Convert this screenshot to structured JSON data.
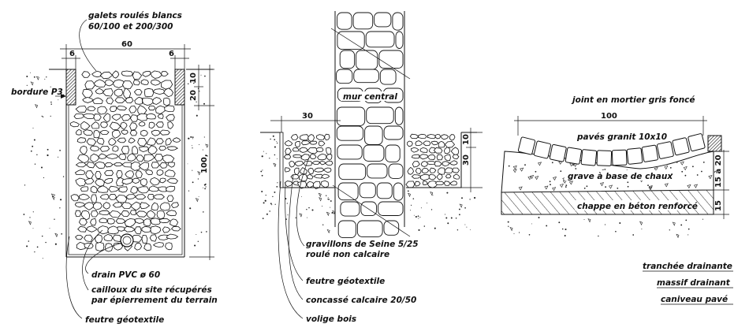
{
  "left": {
    "labels": {
      "galets": "galets roulés blancs",
      "galets_sizes": "60/100   et   200/300",
      "bordure": "bordure  P3",
      "drain": "drain  PVC  ø  60",
      "cailloux1": "cailloux du site récupérés",
      "cailloux2": "par épierrement du terrain",
      "feutre": "feutre   géotextile"
    },
    "dims": {
      "width": "60",
      "border_l": "6",
      "border_r": "6",
      "d10": "10",
      "d20": "20",
      "depth": "100,"
    }
  },
  "middle": {
    "labels": {
      "mur": "mur central",
      "gravillons1": "gravillons  de  Seine   5/25",
      "gravillons2": "roulé  non  calcaire",
      "feutre": "feutre   géotextile",
      "concasse": "concassé  calcaire   20/50",
      "volige": "volige  bois"
    },
    "dims": {
      "width": "30",
      "d10": "10",
      "d30": "30"
    }
  },
  "right": {
    "labels": {
      "joint": "joint en mortier gris foncé",
      "paves": "pavés  granit  10x10",
      "grave": "grave à base de chaux",
      "chappe": "chappe en béton renforcé"
    },
    "dims": {
      "width": "100",
      "d15a20": "15 à 20",
      "d15": "15"
    }
  },
  "legend": {
    "items": [
      "tranchée  drainante",
      "massif  drainant",
      "caniveau  pavé"
    ]
  }
}
